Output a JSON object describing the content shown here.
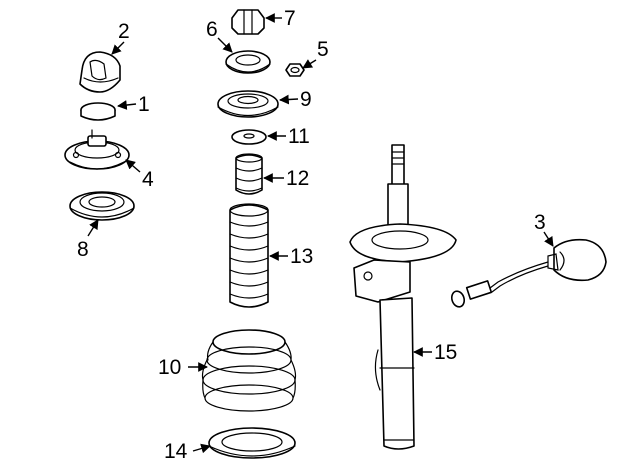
{
  "callouts": {
    "c1": "1",
    "c2": "2",
    "c3": "3",
    "c4": "4",
    "c5": "5",
    "c6": "6",
    "c7": "7",
    "c8": "8",
    "c9": "9",
    "c10": "10",
    "c11": "11",
    "c12": "12",
    "c13": "13",
    "c14": "14",
    "c15": "15"
  },
  "colors": {
    "line": "#000000",
    "background": "#ffffff"
  }
}
